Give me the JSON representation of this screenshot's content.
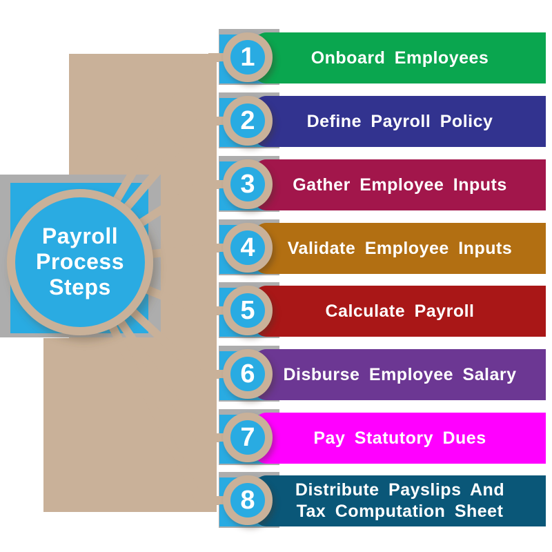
{
  "diagram": {
    "type": "process-steps-infographic",
    "hub": {
      "title_lines": [
        "Payroll",
        "Process",
        "Steps"
      ]
    },
    "steps": [
      {
        "number": "1",
        "label": "Onboard Employees",
        "bar_color": "#0AA64F"
      },
      {
        "number": "2",
        "label": "Define Payroll Policy",
        "bar_color": "#32338F"
      },
      {
        "number": "3",
        "label": "Gather Employee Inputs",
        "bar_color": "#A2164B"
      },
      {
        "number": "4",
        "label": "Validate Employee Inputs",
        "bar_color": "#B26F12"
      },
      {
        "number": "5",
        "label": "Calculate Payroll",
        "bar_color": "#A91717"
      },
      {
        "number": "6",
        "label": "Disburse Employee Salary",
        "bar_color": "#6C3793"
      },
      {
        "number": "7",
        "label": "Pay Statutory Dues",
        "bar_color": "#FF00FF"
      },
      {
        "number": "8",
        "label": "Distribute Payslips And\nTax Computation Sheet",
        "bar_color": "#0A5778"
      }
    ],
    "colors": {
      "blue": "#29ABE2",
      "tan": "#C9B199",
      "gray": "#ADADAD",
      "text": "#FFFFFF"
    }
  }
}
